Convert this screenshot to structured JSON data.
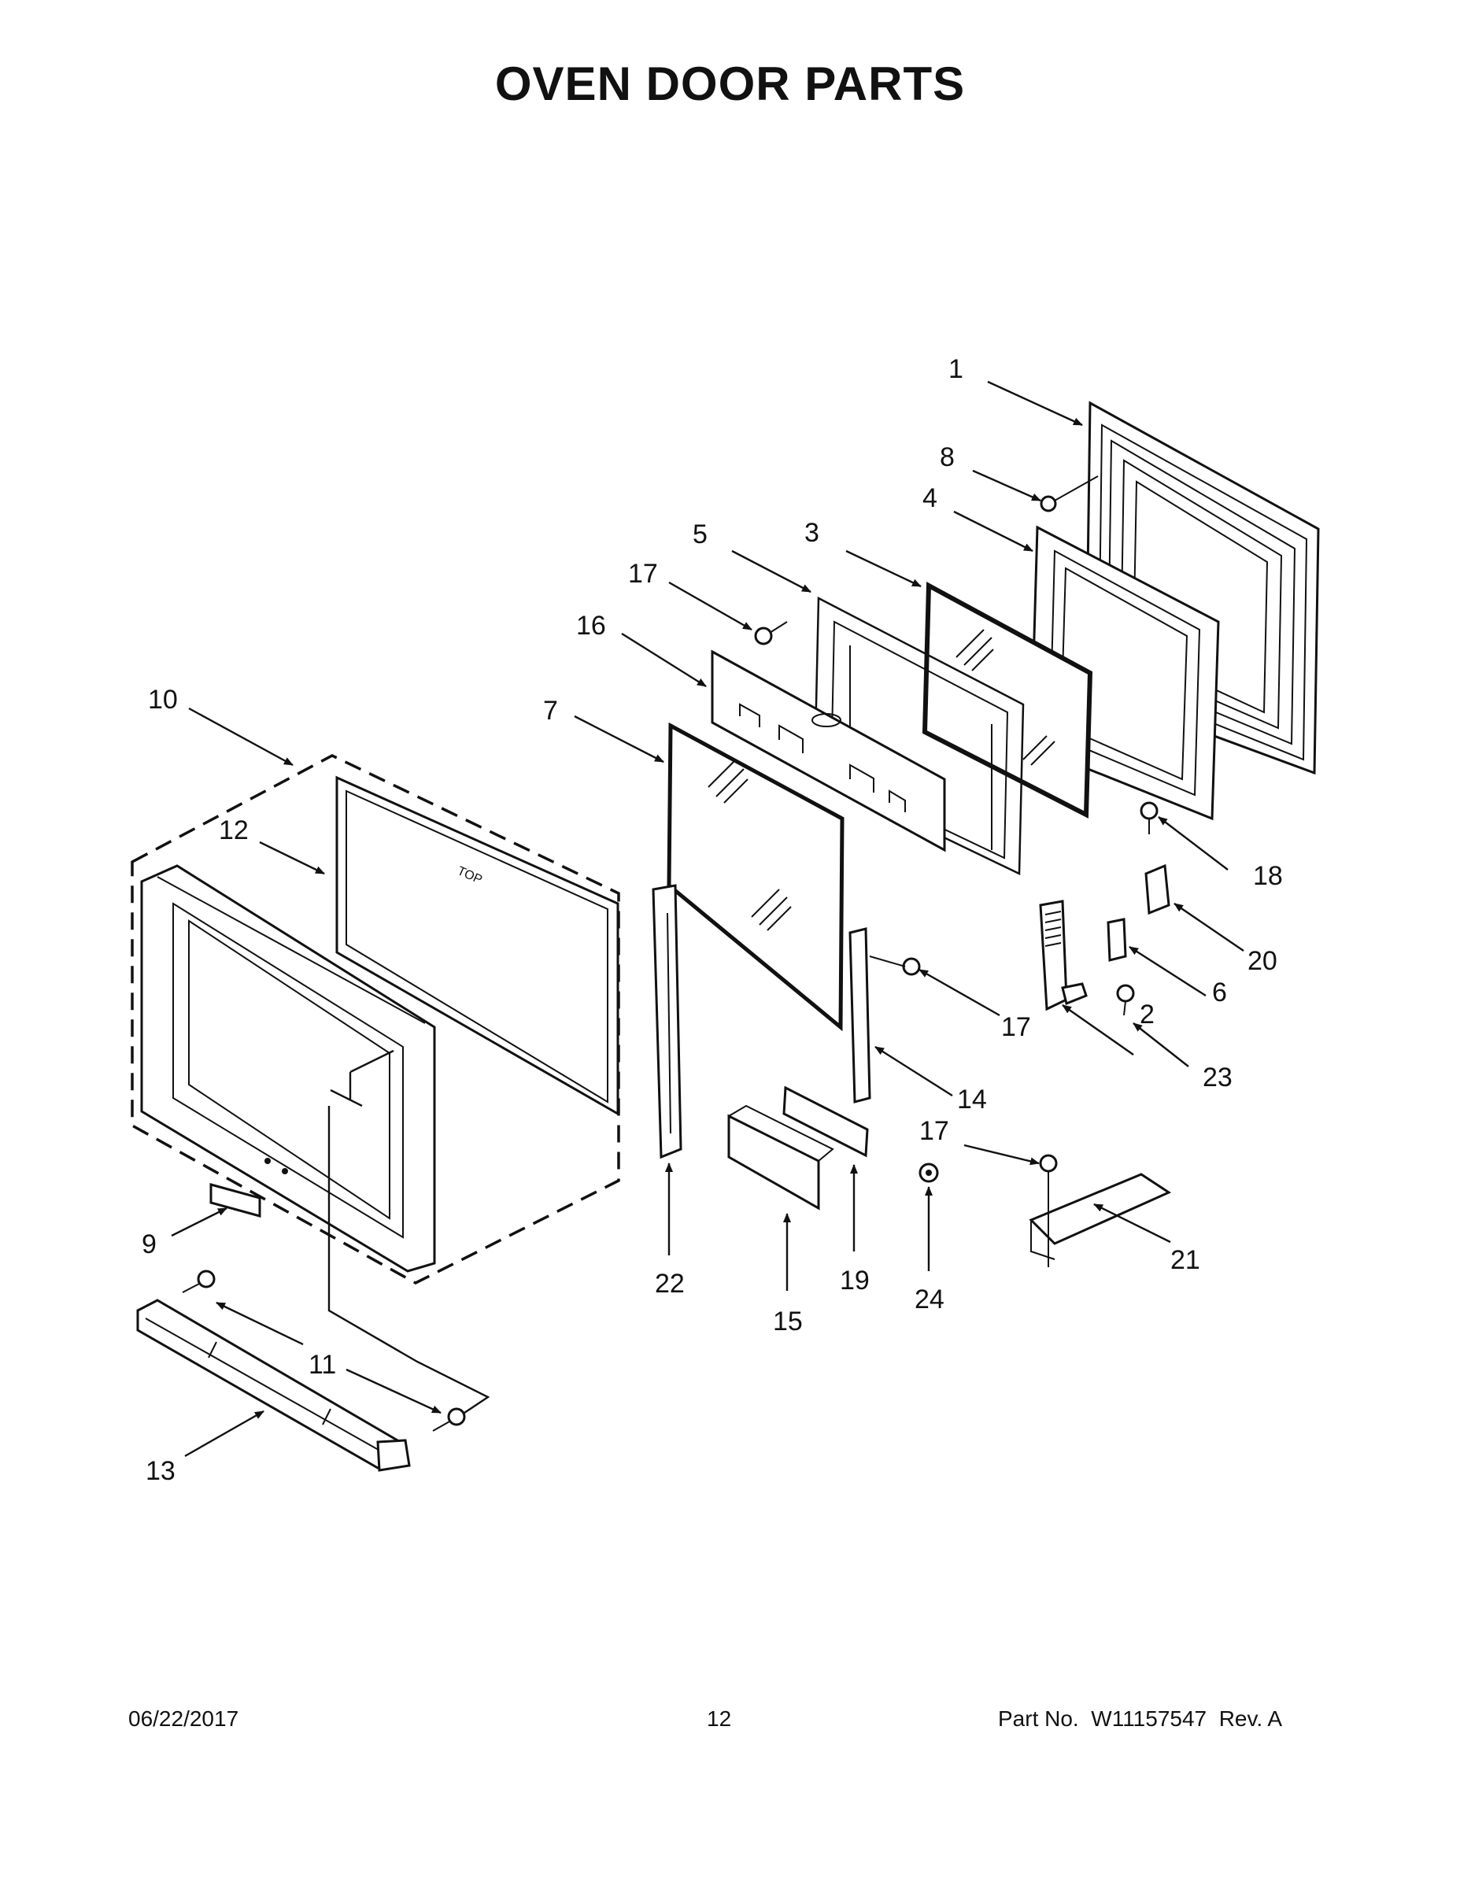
{
  "page": {
    "title": "OVEN DOOR PARTS"
  },
  "callouts": [
    {
      "id": "1",
      "text": "1"
    },
    {
      "id": "2",
      "text": "2"
    },
    {
      "id": "3",
      "text": "3"
    },
    {
      "id": "4",
      "text": "4"
    },
    {
      "id": "5",
      "text": "5"
    },
    {
      "id": "6",
      "text": "6"
    },
    {
      "id": "7",
      "text": "7"
    },
    {
      "id": "8",
      "text": "8"
    },
    {
      "id": "9",
      "text": "9"
    },
    {
      "id": "10",
      "text": "10"
    },
    {
      "id": "11",
      "text": "11"
    },
    {
      "id": "12",
      "text": "12"
    },
    {
      "id": "13",
      "text": "13"
    },
    {
      "id": "14",
      "text": "14"
    },
    {
      "id": "15",
      "text": "15"
    },
    {
      "id": "16",
      "text": "16"
    },
    {
      "id": "17a",
      "text": "17"
    },
    {
      "id": "17b",
      "text": "17"
    },
    {
      "id": "17c",
      "text": "17"
    },
    {
      "id": "18",
      "text": "18"
    },
    {
      "id": "19",
      "text": "19"
    },
    {
      "id": "20",
      "text": "20"
    },
    {
      "id": "21",
      "text": "21"
    },
    {
      "id": "22",
      "text": "22"
    },
    {
      "id": "23",
      "text": "23"
    },
    {
      "id": "24",
      "text": "24"
    }
  ],
  "glass_marking": "TOP",
  "footer": {
    "date": "06/22/2017",
    "page_number": "12",
    "part_label": "Part No.",
    "part_number": "W11157547",
    "revision": "Rev. A"
  }
}
